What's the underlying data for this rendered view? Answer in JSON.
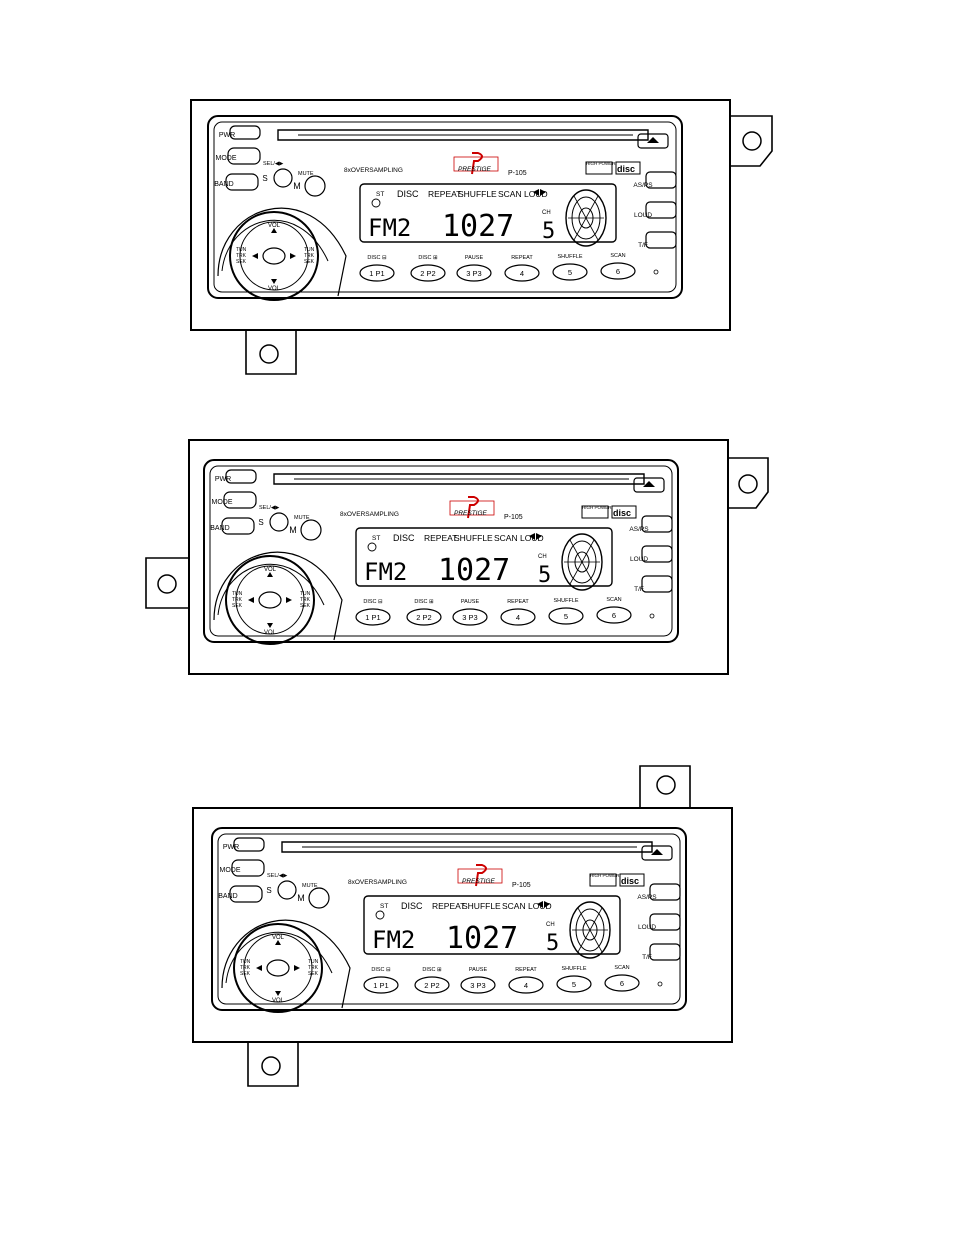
{
  "radio": {
    "brand": "PRESTIGE",
    "model": "P-105",
    "oversampling": "8xOVERSAMPLING",
    "high_power": "HIGH POWER",
    "left_buttons": {
      "pwr": "PWR",
      "mode": "MODE",
      "band": "BAND"
    },
    "sel_label": "SEL/◀▶",
    "sel_button": "S",
    "mute_label": "MUTE",
    "mute_button": "M",
    "right_buttons": {
      "asps": "AS/PS",
      "loud": "LOUD",
      "tf": "T/F"
    },
    "knob": {
      "vol_top": "VOL",
      "vol_bottom": "VOL",
      "left_label": [
        "TUN",
        "TRK",
        "SEK"
      ],
      "right_label": [
        "TUN",
        "TRK",
        "SEK"
      ]
    },
    "display": {
      "st": "ST",
      "disc": "DISC",
      "indicators": [
        "REPEAT",
        "SHUFFLE",
        "SCAN",
        "LOUD"
      ],
      "band": "FM2",
      "frequency": "1027",
      "preset": "5",
      "ch": "CH"
    },
    "preset_labels": [
      "DISC ⊟",
      "DISC ⊞",
      "PAUSE",
      "REPEAT",
      "SHUFFLE",
      "SCAN"
    ],
    "preset_buttons": [
      "1 P1",
      "2 P2",
      "3 P3",
      "4",
      "5",
      "6"
    ]
  }
}
